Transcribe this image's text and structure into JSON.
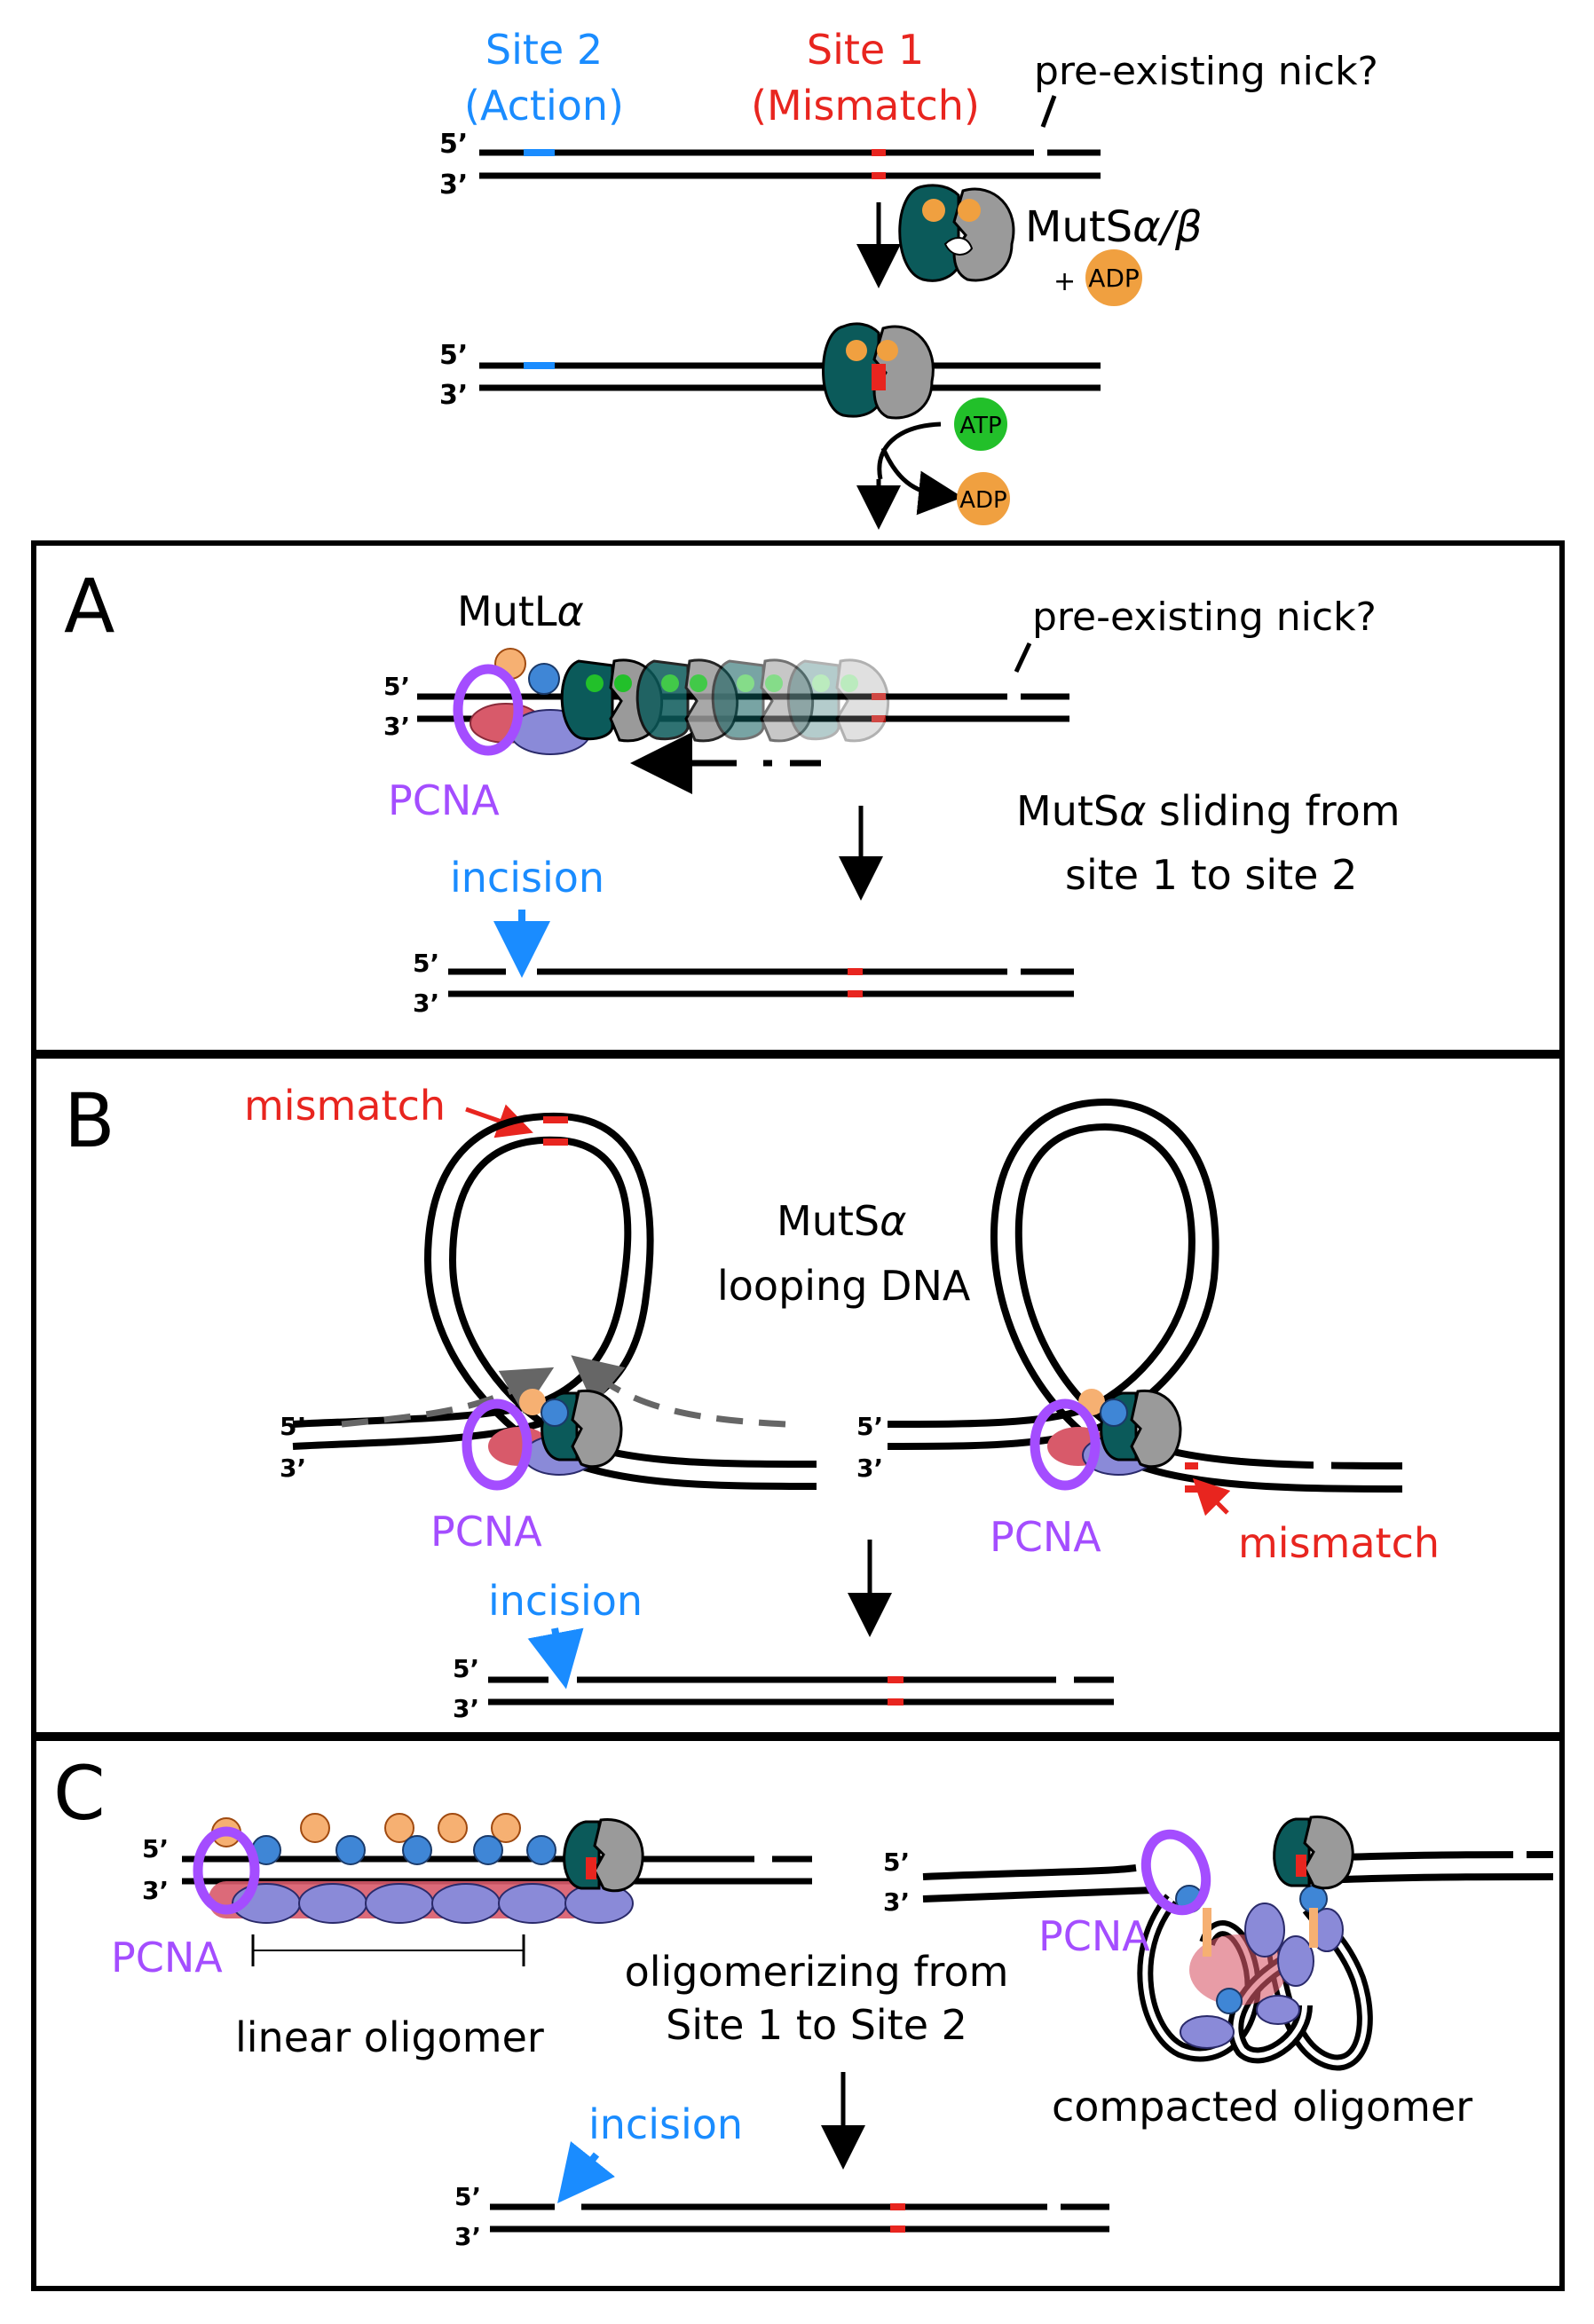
{
  "colors": {
    "dna": "#000000",
    "site2": "#1a8cff",
    "site1": "#e8251f",
    "pcna": "#a44dff",
    "muts_dark": "#0b5a5a",
    "muts_gray": "#9a9a9a",
    "adp": "#f0a040",
    "atp": "#22c02a",
    "mutl_blue": "#3f86d6",
    "mutl_orange": "#f6b072",
    "mutl_lav": "#8a8ad8",
    "mutl_red": "#d85a6a",
    "incision": "#1a8cff"
  },
  "top": {
    "site2_label": "Site 2",
    "site2_sub": "(Action)",
    "site1_label": "Site 1",
    "site1_sub": "(Mismatch)",
    "nick_label": "pre-existing nick?",
    "strand5": "5’",
    "strand3": "3’",
    "muts_label": "MutS",
    "muts_greek": "α/β",
    "plus": "+",
    "adp": "ADP",
    "atp": "ATP"
  },
  "panelA": {
    "letter": "A",
    "mutl_label": "MutL",
    "mutl_greek": "α",
    "nick_label": "pre-existing nick?",
    "pcna": "PCNA",
    "desc_line1": "MutS",
    "desc_greek": "α",
    "desc_line1b": " sliding from",
    "desc_line2": "site 1 to site 2",
    "incision": "incision"
  },
  "panelB": {
    "letter": "B",
    "mismatch_top": "mismatch",
    "center_line1": "MutS",
    "center_greek": "α",
    "center_line2": "looping DNA",
    "pcna_left": "PCNA",
    "pcna_right": "PCNA",
    "mismatch_right": "mismatch",
    "incision": "incision"
  },
  "panelC": {
    "letter": "C",
    "pcna_left": "PCNA",
    "linear": "linear oligomer",
    "center_line1": "oligomerizing from",
    "center_line2": "Site 1 to Site 2",
    "pcna_right": "PCNA",
    "compacted": "compacted oligomer",
    "incision": "incision"
  }
}
